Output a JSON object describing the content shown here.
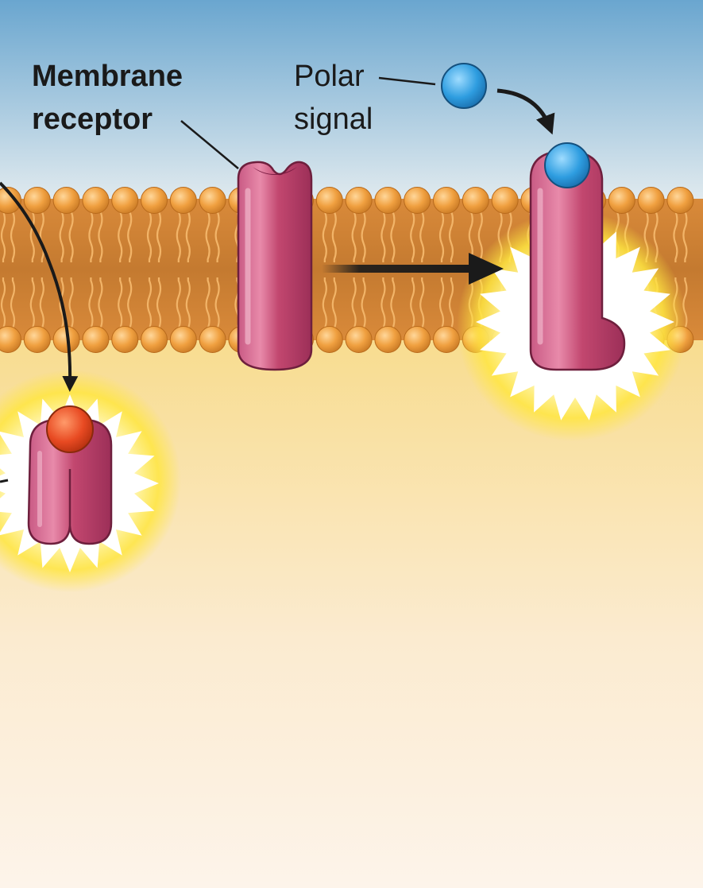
{
  "labels": {
    "membrane_receptor_line1": "Membrane",
    "membrane_receptor_line2": "receptor",
    "polar_signal_line1": "Polar",
    "polar_signal_line2": "signal"
  },
  "colors": {
    "extracellular_top": "#6ea8d0",
    "extracellular_bottom": "#e4ecf0",
    "cytoplasm_top": "#f8dc90",
    "cytoplasm_bottom": "#fdf3e8",
    "phospholipid_head": "#f0a040",
    "phospholipid_tail": "#e08f3a",
    "receptor": "#b83a68",
    "polar_signal": "#2e9de0",
    "nonpolar_signal": "#e84a22",
    "arrow": "#1a1a1a"
  },
  "icons": [
    "membrane-receptor-inactive",
    "membrane-receptor-active",
    "intracellular-receptor-active",
    "polar-signal-molecule",
    "nonpolar-signal-molecule"
  ]
}
